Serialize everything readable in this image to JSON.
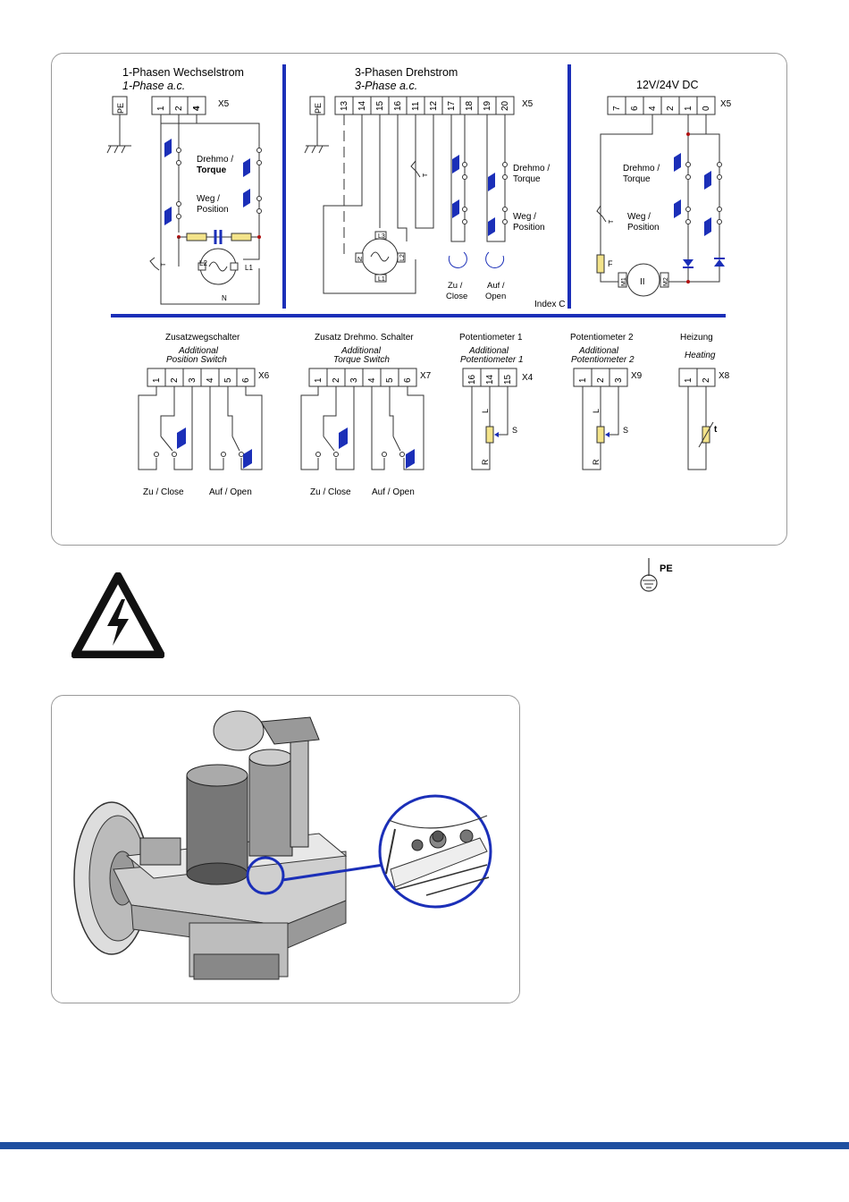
{
  "colors": {
    "accent_blue": "#1b2fb8",
    "frame_border": "#9a9a9a",
    "resistor_fill": "#f3e38a",
    "bottom_bar": "#1f4fa0",
    "node_red": "#b01010"
  },
  "diagram": {
    "sec1": {
      "title": "1-Phasen Wechselstrom",
      "subtitle": "1-Phase a.c.",
      "pe": "PE",
      "terminals": [
        "1",
        "2",
        "4"
      ],
      "x": "X5",
      "torque_de": "Drehmo /",
      "torque_en": "Torque",
      "pos_de": "Weg /",
      "pos_en": "Position",
      "motor_l1": "L1",
      "motor_l2": "L2",
      "motor_n": "N",
      "thermal": "T"
    },
    "sec2": {
      "title": "3-Phasen Drehstrom",
      "subtitle": "3-Phase a.c.",
      "pe": "PE",
      "terminals": [
        "13",
        "14",
        "15",
        "16",
        "11",
        "12",
        "17",
        "18",
        "19",
        "20"
      ],
      "x": "X5",
      "torque_de": "Drehmo /",
      "torque_en": "Torque",
      "pos_de": "Weg /",
      "pos_en": "Position",
      "close_de": "Zu /",
      "close_en": "Close",
      "open_de": "Auf /",
      "open_en": "Open",
      "motor_l1": "L1",
      "motor_l2": "L2",
      "motor_l3": "L3",
      "motor_n": "N",
      "thermal": "T",
      "index": "Index C"
    },
    "sec3": {
      "title": "12V/24V DC",
      "terminals": [
        "7",
        "6",
        "4",
        "2",
        "1",
        "0"
      ],
      "x": "X5",
      "torque_de": "Drehmo /",
      "torque_en": "Torque",
      "pos_de": "Weg /",
      "pos_en": "Position",
      "fuse": "F",
      "m1": "M1",
      "m2": "M2",
      "motor": "II",
      "thermal": "T"
    },
    "sec4": {
      "title": "Zusatzwegschalter",
      "sub1": "Additional",
      "sub2": "Position Switch",
      "terminals": [
        "1",
        "2",
        "3",
        "4",
        "5",
        "6"
      ],
      "x": "X6",
      "close": "Zu / Close",
      "open": "Auf / Open"
    },
    "sec5": {
      "title": "Zusatz Drehmo. Schalter",
      "sub1": "Additional",
      "sub2": "Torque Switch",
      "terminals": [
        "1",
        "2",
        "3",
        "4",
        "5",
        "6"
      ],
      "x": "X7",
      "close": "Zu / Close",
      "open": "Auf / Open"
    },
    "sec6": {
      "title": "Potentiometer 1",
      "sub1": "Additional",
      "sub2": "Potentiometer 1",
      "terminals": [
        "16",
        "14",
        "15"
      ],
      "x": "X4",
      "l": "L",
      "r": "R",
      "s": "S"
    },
    "sec7": {
      "title": "Potentiometer 2",
      "sub1": "Additional",
      "sub2": "Potentiometer 2",
      "terminals": [
        "1",
        "2",
        "3"
      ],
      "x": "X9",
      "l": "L",
      "r": "R",
      "s": "S"
    },
    "sec8": {
      "title": "Heizung",
      "sub1": "Heating",
      "terminals": [
        "1",
        "2"
      ],
      "x": "X8",
      "t": "t"
    }
  },
  "pe_symbol": "PE"
}
